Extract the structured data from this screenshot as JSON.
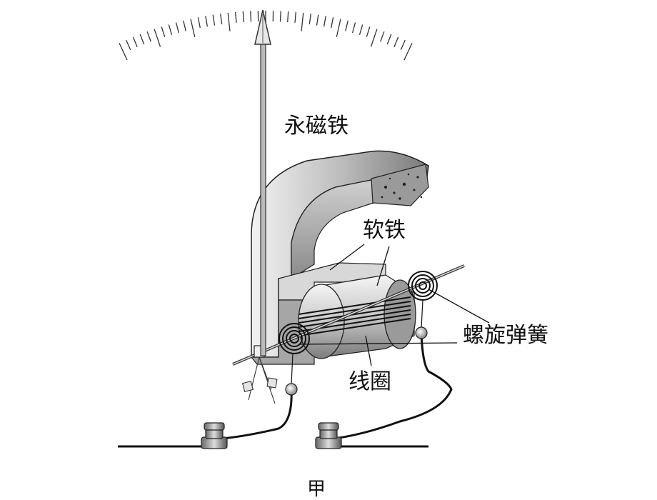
{
  "labels": {
    "permanent_magnet": "永磁铁",
    "soft_iron": "软铁",
    "spiral_spring": "螺旋弹簧",
    "coil": "线圈",
    "figure_mark": "甲"
  },
  "colors": {
    "ink": "#111111",
    "magnet_light": "#e6e6e6",
    "magnet_dark": "#8a8a8a",
    "background": "#ffffff"
  }
}
